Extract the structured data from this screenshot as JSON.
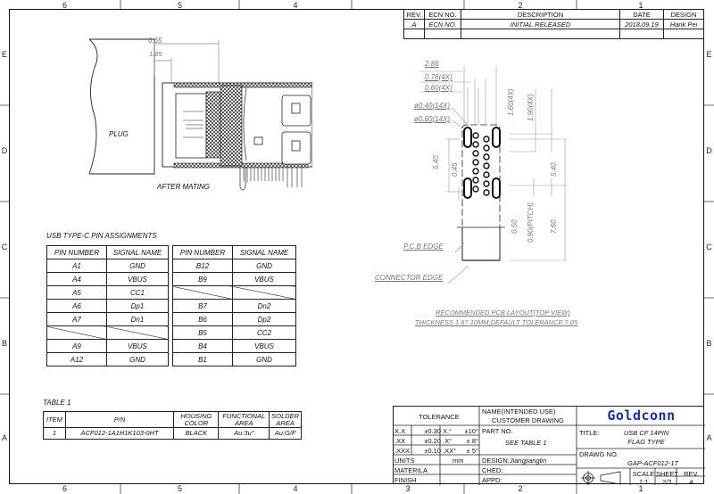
{
  "border_zones": {
    "columns_top": [
      "6",
      "5",
      "4",
      "",
      "2",
      "1"
    ],
    "columns_bottom": [
      "6",
      "5",
      "4",
      "3",
      "2",
      "1"
    ],
    "rows_left": [
      "E",
      "D",
      "C",
      "B",
      "A"
    ],
    "rows_right": [
      "E",
      "D",
      "C",
      "B",
      "A"
    ]
  },
  "revision_block": {
    "headers": [
      "REV.",
      "ECN NO.",
      "DESCRIPTION",
      "DATE",
      "DESIGN"
    ],
    "rows": [
      [
        "A",
        "ECN NO.",
        "INITIAL RELEASED",
        "2018.09.19",
        "Hank Pei"
      ]
    ]
  },
  "mating_view": {
    "dim_overall": "6.65",
    "dim_offset": "1.85",
    "plug_label": "PLUG",
    "caption": "AFTER MATING"
  },
  "pcb_layout": {
    "dims_top": [
      "2.86",
      "0.78(4X)",
      "0.60(4X)",
      "ø0.40(14X)",
      "ø0.60(14X)"
    ],
    "dims_right": [
      "1.60(4X)",
      "1.90(4X)",
      "5.40",
      "0.50",
      "0.90(PITCH)",
      "7.60"
    ],
    "dims_left": [
      "5.40",
      "0.45"
    ],
    "pcb_edge_label": "P.C.B EDGE",
    "connector_edge_label": "CONNECTOR EDGE",
    "caption_line1": "RECOMMENDED PCB LAYOUT(TOP VIEW)",
    "caption_line2": "THICKNESS 1.6?.10MM;DEFAULT TOLERANCE:?.05"
  },
  "pin_assignments": {
    "title": "USB TYPE-C PIN ASSIGNMENTS",
    "headers": [
      "PIN NUMBER",
      "SIGNAL NAME"
    ],
    "table_a": [
      [
        "A1",
        "GND"
      ],
      [
        "A4",
        "VBUS"
      ],
      [
        "A5",
        "CC1"
      ],
      [
        "A6",
        "Dp1"
      ],
      [
        "A7",
        "Dn1"
      ],
      [
        "",
        ""
      ],
      [
        "A9",
        "VBUS"
      ],
      [
        "A12",
        "GND"
      ]
    ],
    "table_b": [
      [
        "B12",
        "GND"
      ],
      [
        "B9",
        "VBUS"
      ],
      [
        "",
        ""
      ],
      [
        "B7",
        "Dn2"
      ],
      [
        "B6",
        "Dp2"
      ],
      [
        "B5",
        "CC2"
      ],
      [
        "B4",
        "VBUS"
      ],
      [
        "B1",
        "GND"
      ]
    ]
  },
  "table1": {
    "title": "TABLE 1",
    "headers": [
      "ITEM",
      "P/N",
      "HOUSING COLOR",
      "FUNCTIONAL AREA",
      "SOLDER AREA"
    ],
    "rows": [
      [
        "1",
        "ACF012-1A1H1K103-0HT",
        "BLACK",
        "Au:3u\"",
        "Au:G/F"
      ]
    ]
  },
  "title_block": {
    "tolerance_label": "TOLERANCE",
    "tolerances": [
      [
        "X.X",
        "±0.30",
        "X.°",
        "±10°"
      ],
      [
        ".XX",
        "±0.20",
        ".X°",
        "± 8°"
      ],
      [
        ".XXX",
        "±0.10",
        ".XX°",
        "± 5°"
      ]
    ],
    "units_label": "UNITS",
    "units_value": "mm",
    "material_label": "MATERILA",
    "finish_label": "FINISH",
    "name_label": "NAME(INTENDED USE)",
    "name_value": "CUSTOMER DRAWING",
    "part_no_label": "PART NO.",
    "part_no_value": "SEE TABLE 1",
    "design_label": "DESIGN:",
    "design_value": "Jiangjianglin",
    "checked_label": "CHED:",
    "approved_label": "APPD:",
    "company": "Goldconn",
    "company_color": "#1a2fa8",
    "title_label": "TITLE:",
    "title_line1": "USB CF 14PIN",
    "title_line2": "FLAG TYPE",
    "drawing_no_label": "DRAWG NO.",
    "drawing_no_value": "GAP-ACF012-1T",
    "scale_label": "SCALE",
    "scale_value": "1:1",
    "sheet_label": "SHEET",
    "sheet_value": "2/3",
    "rev_label": "REV.",
    "rev_value": "A"
  }
}
